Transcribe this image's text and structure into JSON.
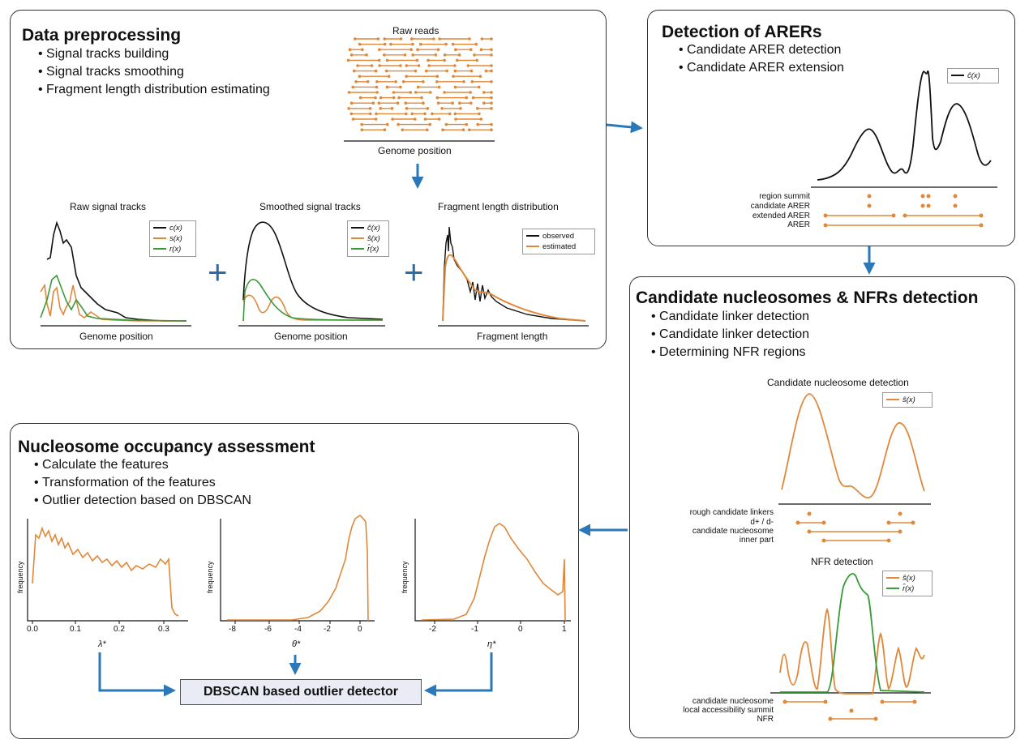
{
  "panels": {
    "preprocessing": {
      "title": "Data preprocessing",
      "bullets": [
        "Signal tracks building",
        "Signal tracks smoothing",
        "Fragment length distribution estimating"
      ],
      "raw_reads_title": "Raw reads",
      "raw_reads_xlabel": "Genome position",
      "raw_tracks": {
        "title": "Raw signal tracks",
        "xlabel": "Genome position",
        "legend": [
          "c(x)",
          "s(x)",
          "r(x)"
        ]
      },
      "smoothed_tracks": {
        "title": "Smoothed signal tracks",
        "xlabel": "Genome position",
        "legend": [
          "ĉ(x)",
          "ŝ(x)",
          "r̂(x)"
        ]
      },
      "fragment": {
        "title": "Fragment length distribution",
        "xlabel": "Fragment length",
        "legend": [
          "observed",
          "estimated"
        ]
      }
    },
    "arers": {
      "title": "Detection of ARERs",
      "bullets": [
        "Candidate ARER detection",
        "Candidate ARER extension"
      ],
      "legend": [
        "ĉ(x)"
      ],
      "row_labels": [
        "region summit",
        "candidate ARER",
        "extended ARER",
        "ARER"
      ]
    },
    "nucleosomes": {
      "title": "Candidate nucleosomes & NFRs detection",
      "bullets": [
        "Candidate linker detection",
        "Candidate linker detection",
        "Determining NFR regions"
      ],
      "plot1": {
        "title": "Candidate nucleosome detection",
        "legend": [
          "ŝ(x)"
        ],
        "row_labels": [
          "rough candidate linkers",
          "d+ / d-",
          "candidate nucleosome",
          "inner part"
        ]
      },
      "plot2": {
        "title": "NFR detection",
        "legend": [
          "ŝ(x)",
          "r̂(x)"
        ],
        "row_labels": [
          "candidate nucleosome",
          "local accessibility summit",
          "NFR"
        ]
      }
    },
    "occupancy": {
      "title": "Nucleosome occupancy assessment",
      "bullets": [
        "Calculate the features",
        "Transformation of the features",
        "Outlier detection based on DBSCAN"
      ],
      "ylabel": "frequency",
      "hist1": {
        "symbol": "λ*",
        "ticks": [
          "0.0",
          "0.1",
          "0.2",
          "0.3"
        ]
      },
      "hist2": {
        "symbol": "θ*",
        "ticks": [
          "-8",
          "-6",
          "-4",
          "-2",
          "0"
        ]
      },
      "hist3": {
        "symbol": "η*",
        "ticks": [
          "-2",
          "-1",
          "0",
          "1"
        ]
      },
      "detector_label": "DBSCAN based outlier detector"
    }
  },
  "colors": {
    "orange": "#e0883a",
    "green": "#3a9a3a",
    "black": "#111111",
    "arrow": "#2b78b8",
    "border": "#333333"
  }
}
